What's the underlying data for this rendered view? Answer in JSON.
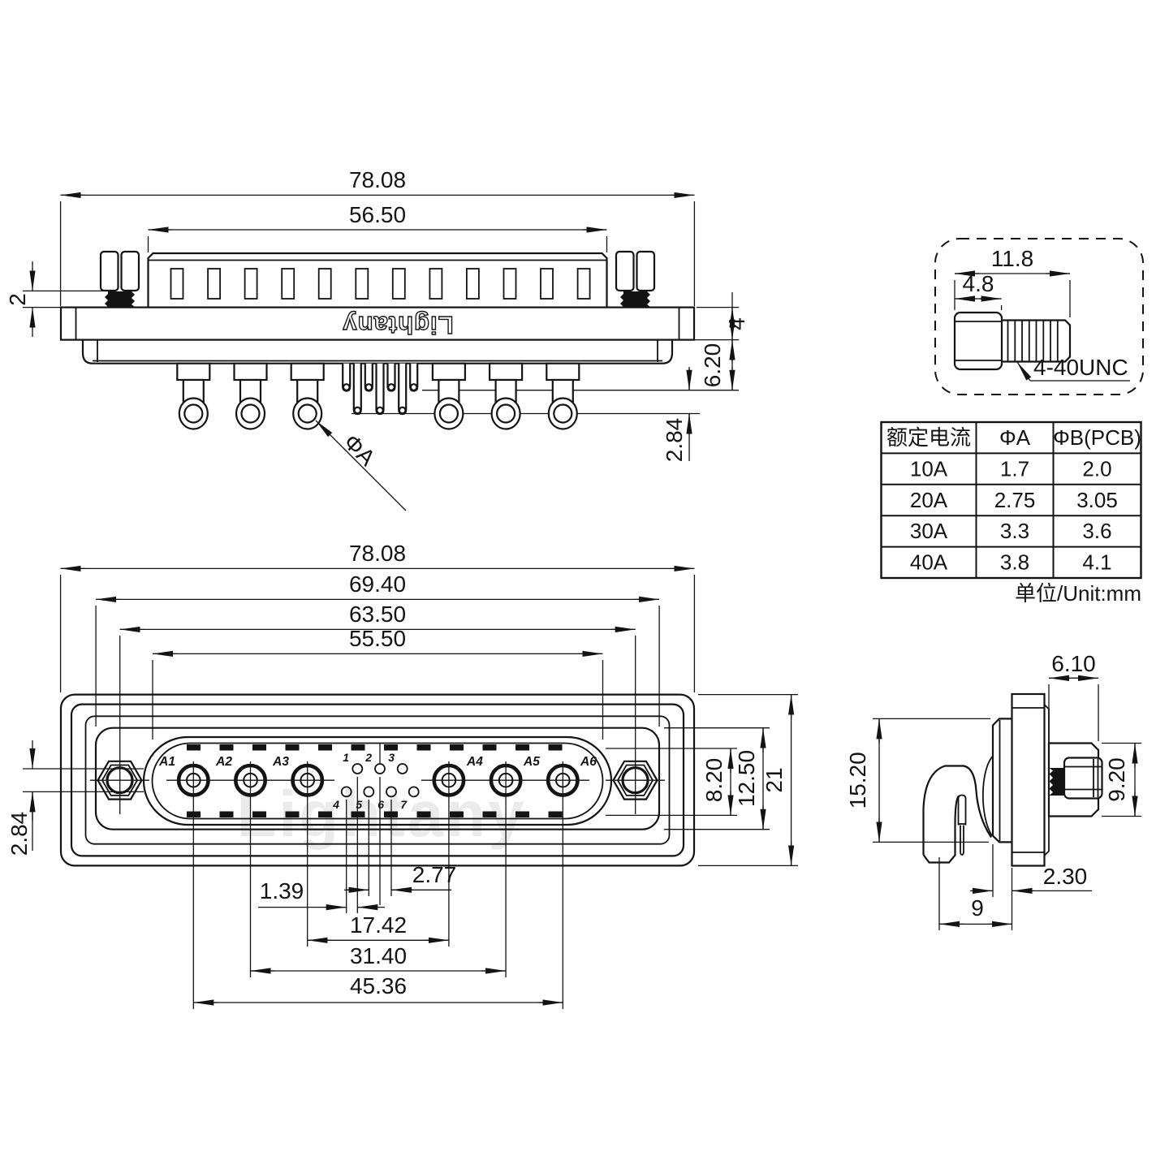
{
  "brand": {
    "logo": "Lightany",
    "watermark": "Lightany"
  },
  "top_view": {
    "dims": {
      "width": "78.08",
      "housing": "56.50",
      "screw_washer": "2",
      "flange_thk": "4",
      "depth": "6.20",
      "stagger": "2.84"
    },
    "pin_dia_label": "ΦA"
  },
  "front_view": {
    "dims": {
      "width": "78.08",
      "plate_w": "69.40",
      "screw_span": "63.50",
      "shield_w": "55.50",
      "shield_h": "8.20",
      "plate_h": "12.50",
      "total_h": "21",
      "row_offset": "2.84",
      "pitch_half": "1.39",
      "pitch": "2.77",
      "span_a3a4": "17.42",
      "span_a2a5": "31.40",
      "span_a1a6": "45.36"
    },
    "big_pins": [
      "A1",
      "A2",
      "A3",
      "A4",
      "A5",
      "A6"
    ],
    "small_pins": [
      "1",
      "2",
      "3",
      "4",
      "5",
      "6",
      "7"
    ]
  },
  "screw_detail": {
    "dims": {
      "length": "11.8",
      "head": "4.8"
    },
    "thread_label": "4-40UNC"
  },
  "side_view": {
    "dims": {
      "block_w": "6.10",
      "block_h": "9.20",
      "shell_h": "15.20",
      "gap": "2.30",
      "boot": "9"
    }
  },
  "table": {
    "headers": [
      "额定电流",
      "ΦA",
      "ΦB(PCB)"
    ],
    "rows": [
      [
        "10A",
        "1.7",
        "2.0"
      ],
      [
        "20A",
        "2.75",
        "3.05"
      ],
      [
        "30A",
        "3.3",
        "3.6"
      ],
      [
        "40A",
        "3.8",
        "4.1"
      ]
    ],
    "unit": "单位/Unit:mm"
  }
}
